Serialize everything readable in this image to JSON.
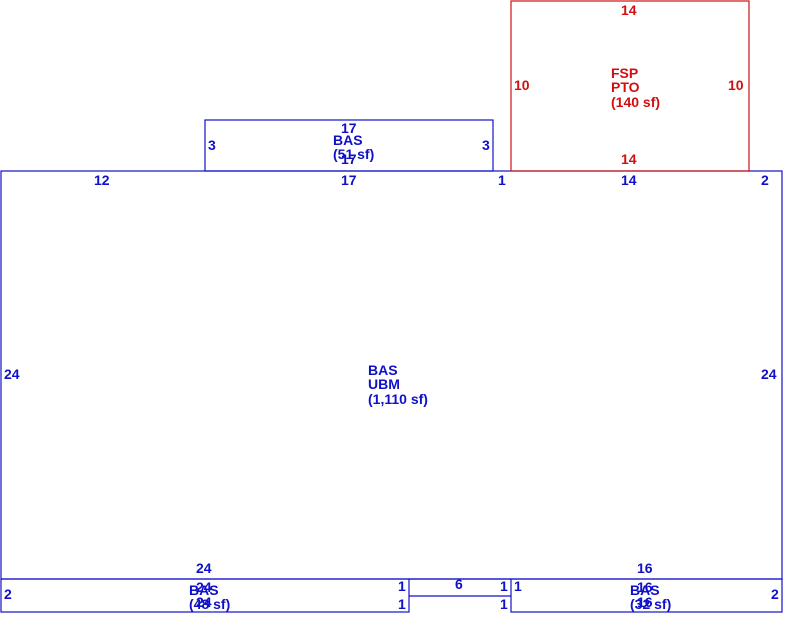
{
  "colors": {
    "main": "#1010c8",
    "porch": "#d01010",
    "background": "#ffffff"
  },
  "areas": {
    "main": {
      "code": "BAS",
      "sub": "UBM",
      "area": "(1,110 sf)"
    },
    "top_bump": {
      "code": "BAS",
      "area": "(51 sf)"
    },
    "porch": {
      "code": "FSP",
      "sub": "PTO",
      "area": "(140 sf)"
    },
    "bottom_left": {
      "code": "BAS",
      "area": "(48 sf)"
    },
    "bottom_right": {
      "code": "BAS",
      "area": "(32 sf)"
    }
  },
  "dims": {
    "main_top_left": "12",
    "main_top_mid": "17",
    "main_top_one": "1",
    "main_top_right": "14",
    "main_top_far_right": "2",
    "main_left": "24",
    "main_right": "24",
    "bump_top": "17",
    "bump_bottom": "17",
    "bump_left": "3",
    "bump_right": "3",
    "porch_top": "14",
    "porch_bottom": "14",
    "porch_left": "10",
    "porch_right": "10",
    "bl_top": "24",
    "bl_bottom": "24",
    "bl_inner_top": "24",
    "bl_left": "2",
    "bl_right_top": "1",
    "bl_right_bottom": "1",
    "connector": "6",
    "br_left_top": "1",
    "br_left_bottom": "1",
    "br_inner": "1",
    "br_top": "16",
    "br_inner_top": "16",
    "br_bottom": "16",
    "br_right": "2"
  }
}
